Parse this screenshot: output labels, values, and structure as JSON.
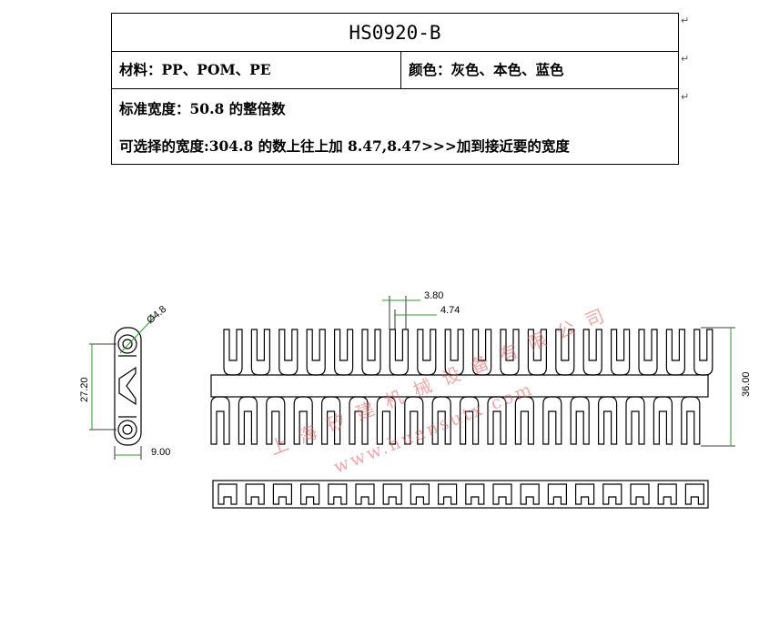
{
  "spec": {
    "model": "HS0920-B",
    "material": "材料：PP、POM、PE",
    "color": "颜色：灰色、本色、蓝色",
    "standard_width": "标准宽度：50.8 的整倍数",
    "selectable_width": "可选择的宽度:304.8 的数上往上加 8.47,8.47>>>加到接近要的宽度"
  },
  "dimensions": {
    "hole_diameter": "Ø4.8",
    "side_height": "27.20",
    "side_width": "9.00",
    "pitch_a": "3.80",
    "pitch_b": "4.74",
    "total_height": "36.00"
  },
  "watermark": {
    "company": "上海矽建机械设备有限公司",
    "url": "www.huansutx.com"
  }
}
